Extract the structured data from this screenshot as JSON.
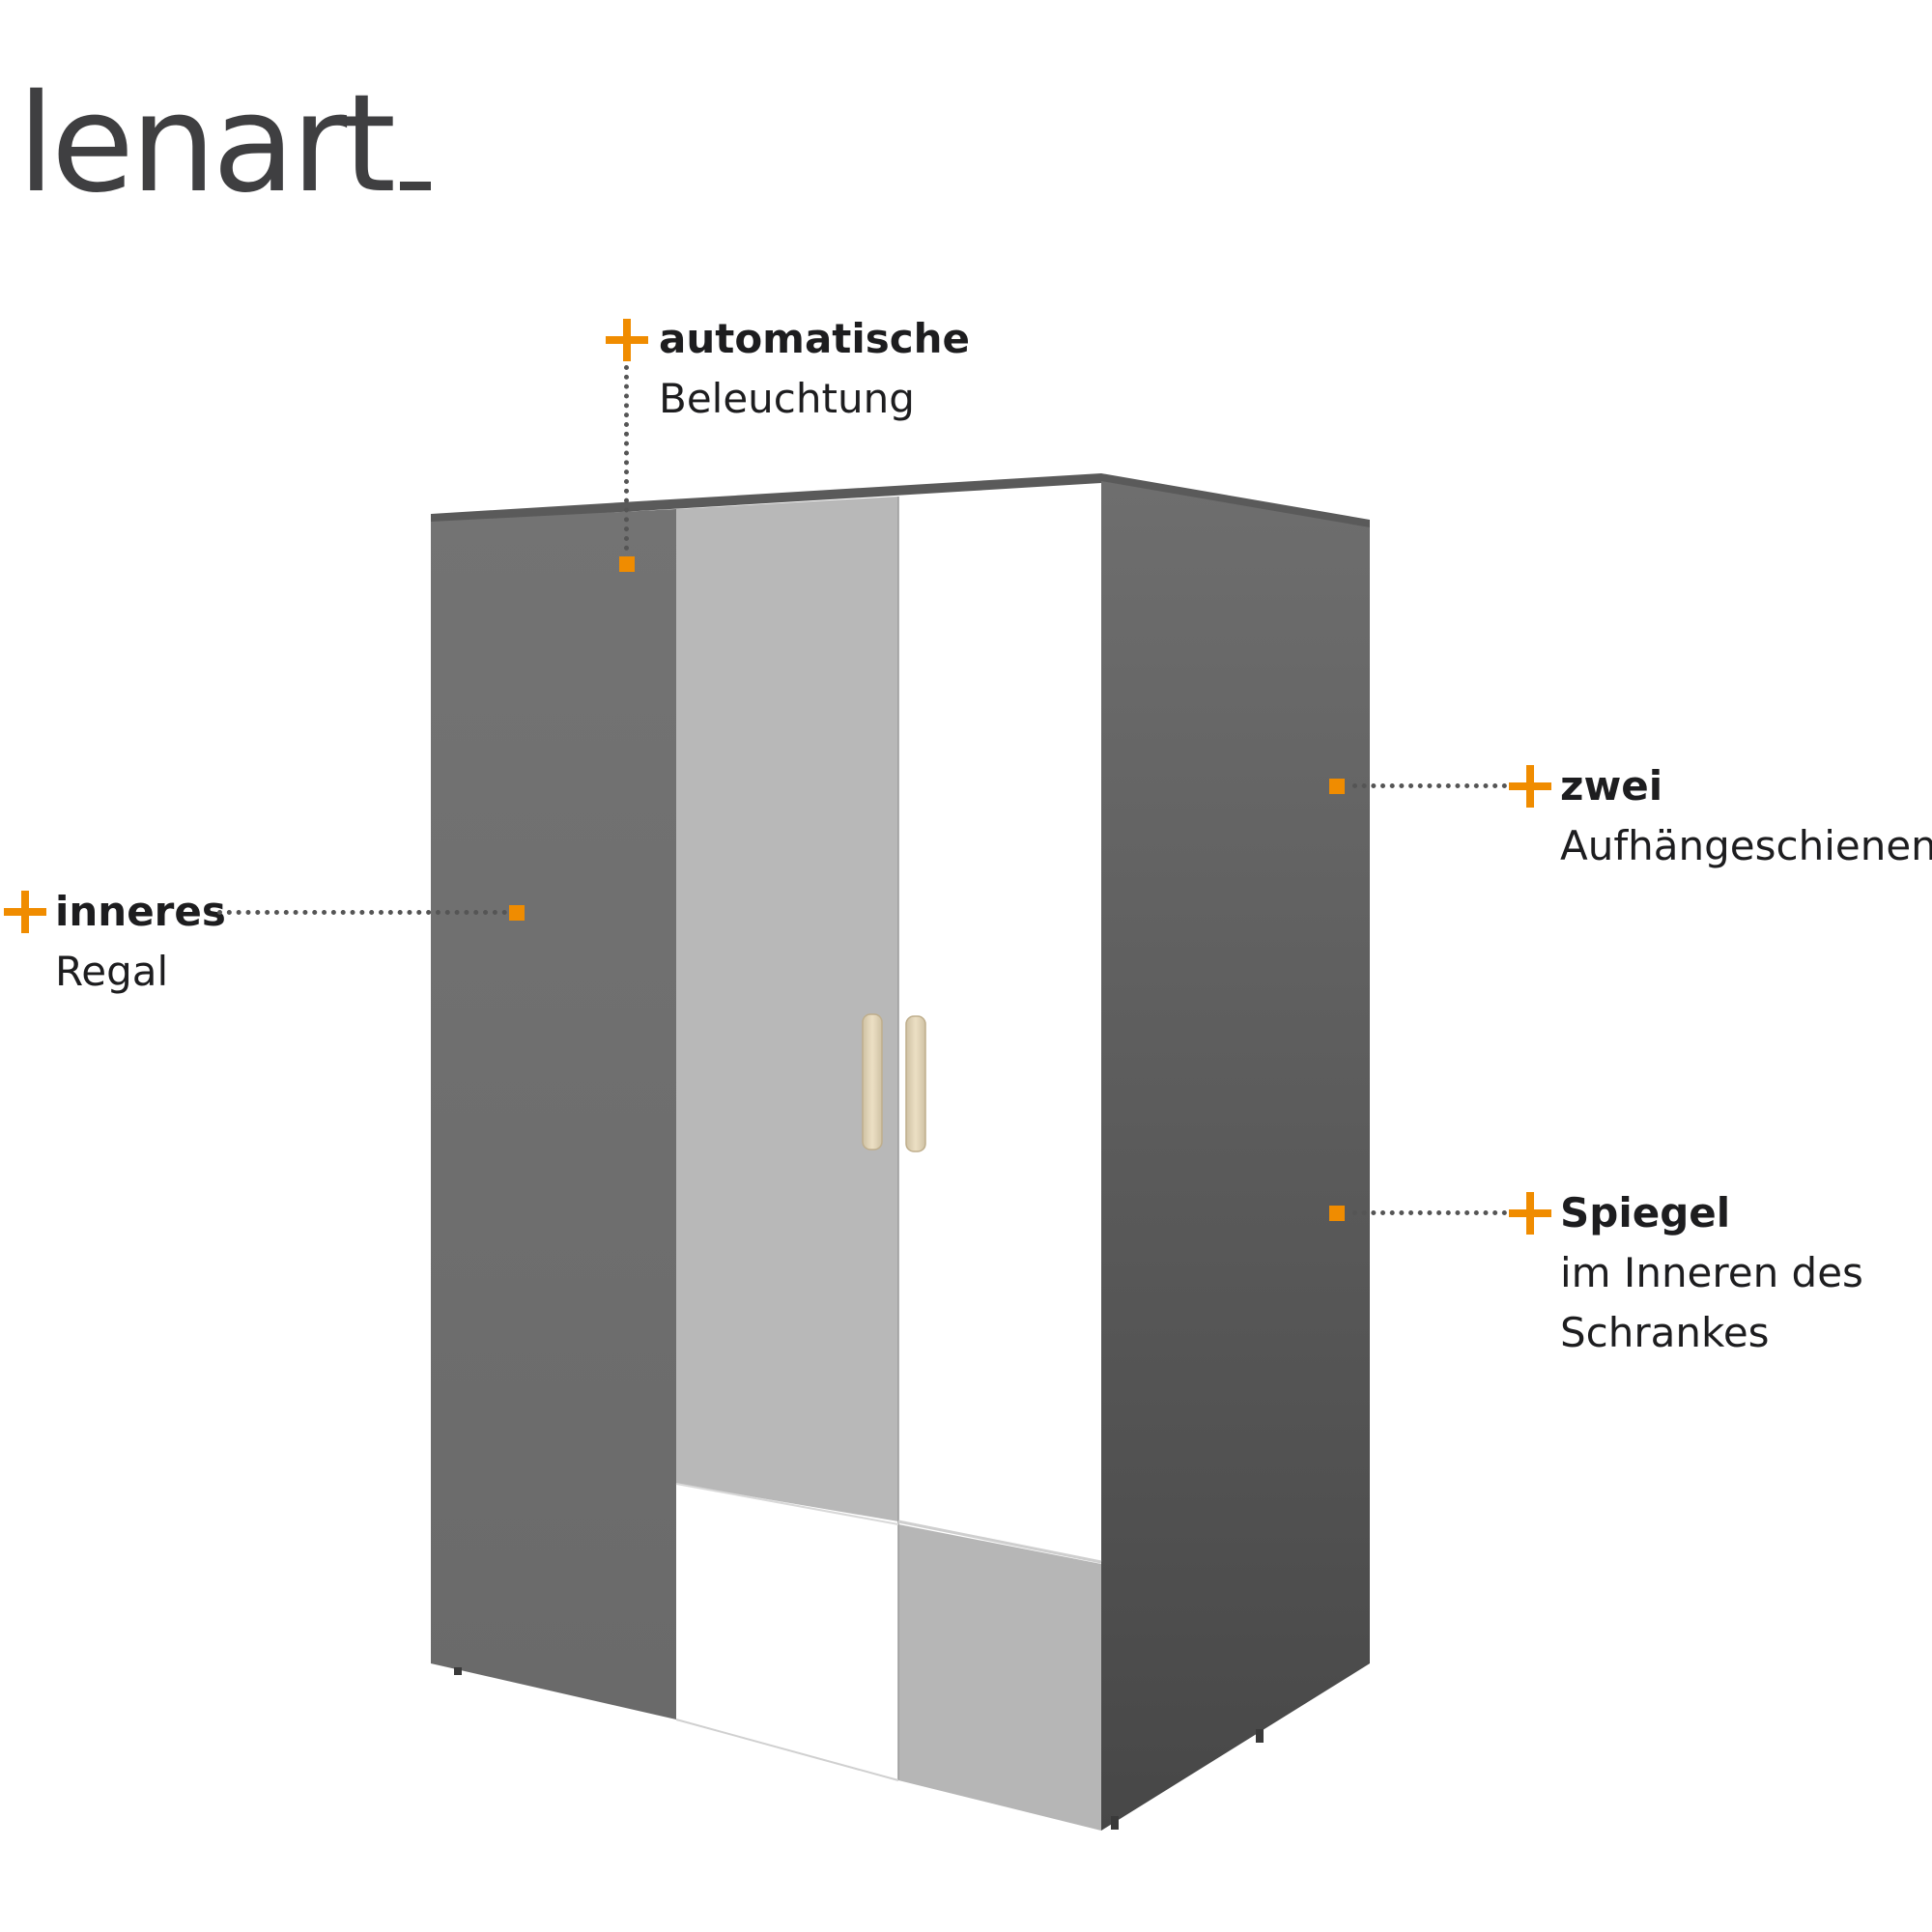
{
  "brand": {
    "logo_text": "lenart"
  },
  "colors": {
    "accent": "#f08c00",
    "body_dark": "#6b6b6b",
    "panel_light_grey": "#bdbdbd",
    "panel_white": "#ffffff"
  },
  "features": [
    {
      "title": "automatische",
      "lines": [
        "Beleuchtung"
      ]
    },
    {
      "title": "zwei",
      "lines": [
        "Aufhängeschienen"
      ]
    },
    {
      "title": "inneres",
      "lines": [
        "Regal"
      ]
    },
    {
      "title": "Spiegel",
      "lines": [
        "im Inneren des",
        "Schrankes"
      ]
    }
  ]
}
